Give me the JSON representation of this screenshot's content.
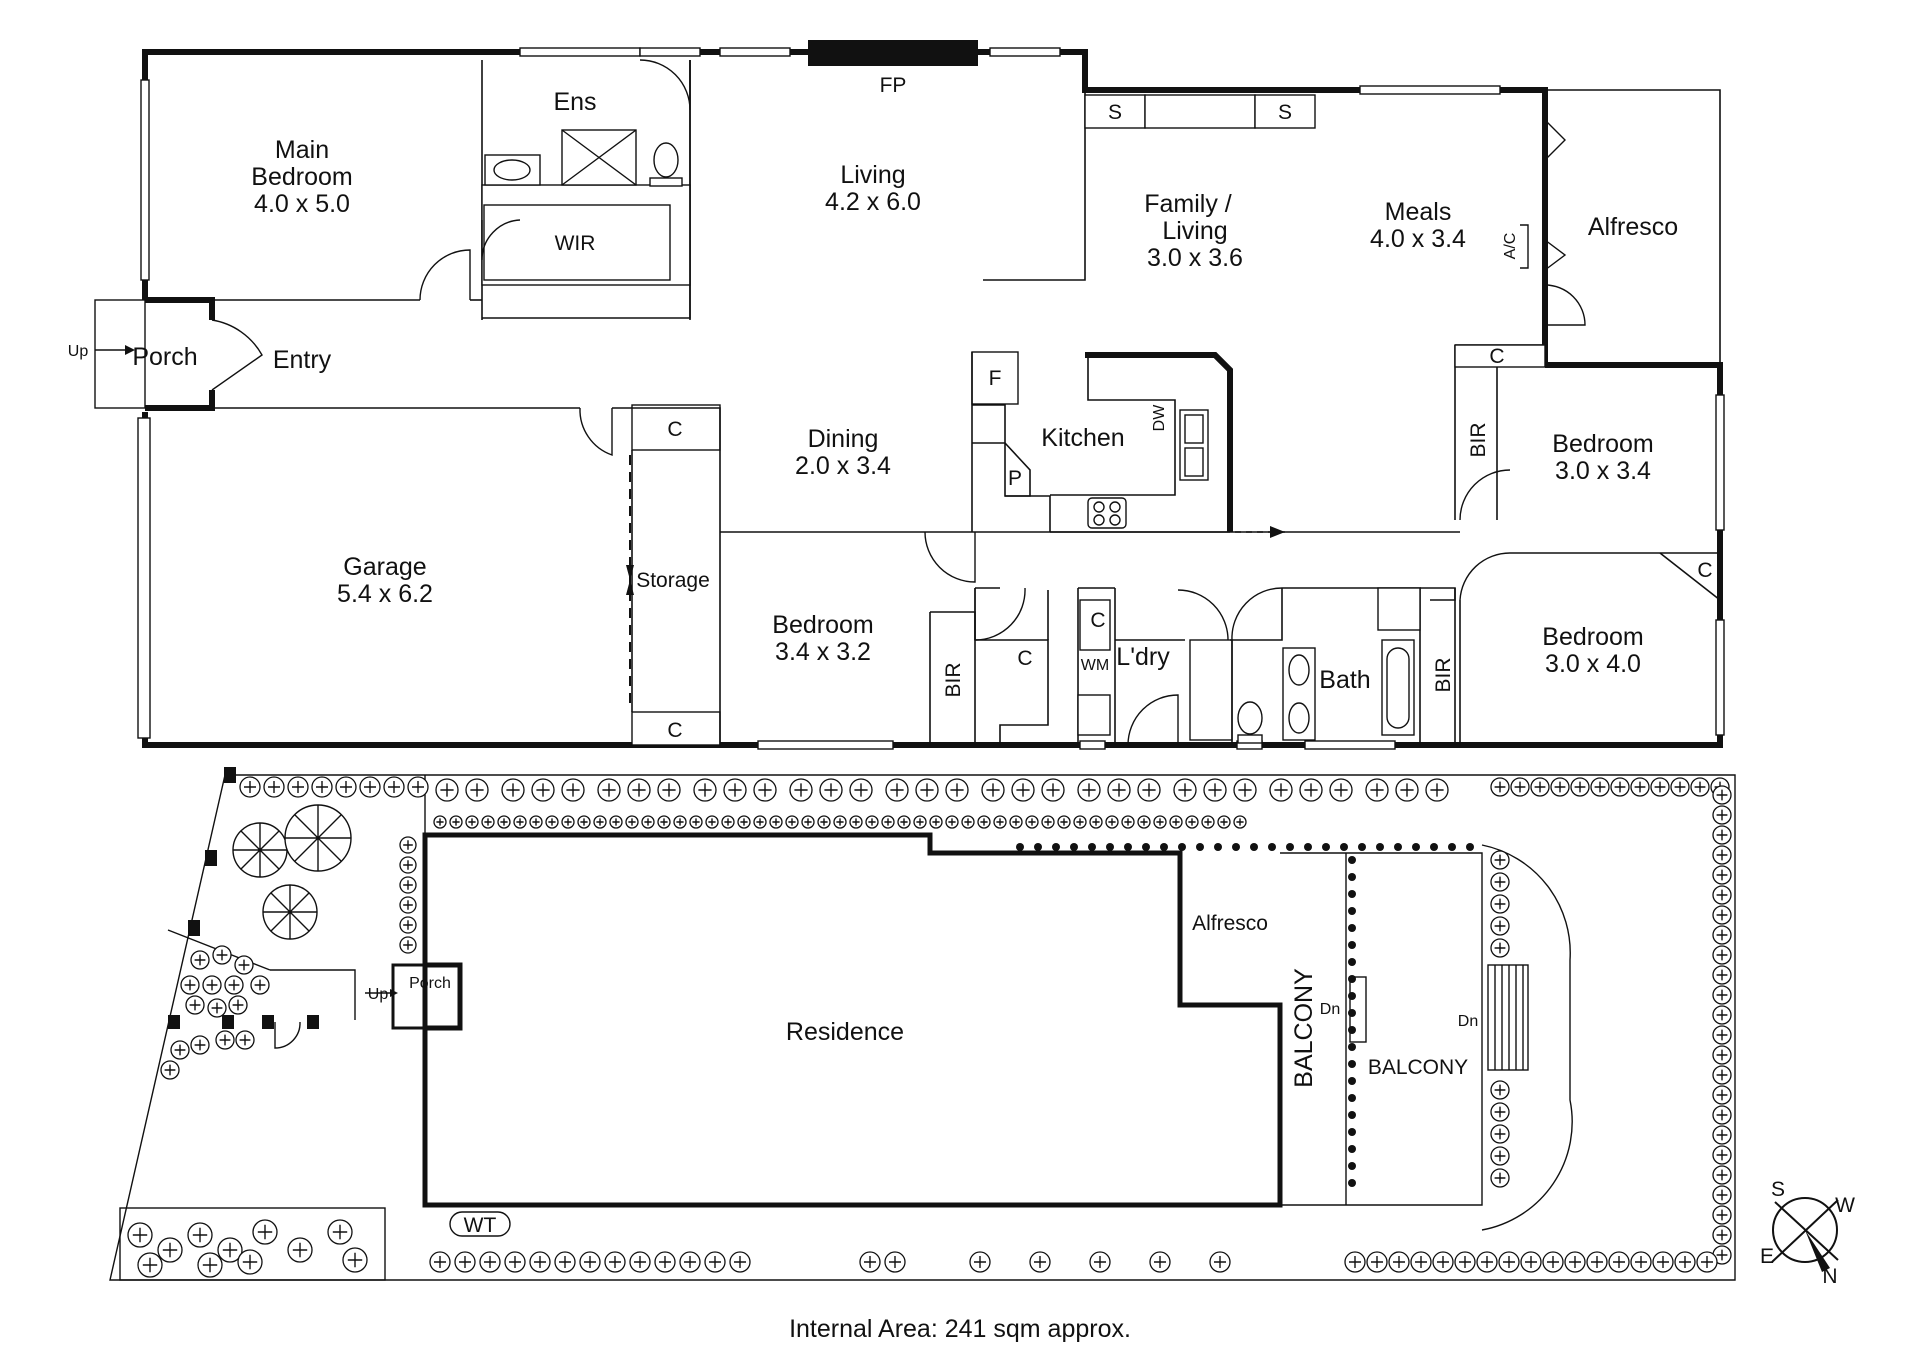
{
  "floor_plan": {
    "rooms": [
      {
        "name": "Main",
        "name2": "Bedroom",
        "size": "4.0 x 5.0"
      },
      {
        "name": "Ens"
      },
      {
        "name": "WIR"
      },
      {
        "name": "Living",
        "size": "4.2 x 6.0"
      },
      {
        "name": "FP"
      },
      {
        "name": "Family /",
        "name2": "Living",
        "size": "3.0 x 3.6"
      },
      {
        "name": "Meals",
        "size": "4.0 x 3.4"
      },
      {
        "name": "Alfresco"
      },
      {
        "name": "Porch"
      },
      {
        "name": "Entry"
      },
      {
        "name": "Dining",
        "size": "2.0 x 3.4"
      },
      {
        "name": "Kitchen"
      },
      {
        "name": "Bedroom",
        "size": "3.0 x 3.4"
      },
      {
        "name": "Garage",
        "size": "5.4 x 6.2"
      },
      {
        "name": "Storage"
      },
      {
        "name": "Bedroom",
        "size": "3.4 x 3.2"
      },
      {
        "name": "L'dry"
      },
      {
        "name": "Bath"
      },
      {
        "name": "Bedroom",
        "size": "3.0 x 4.0"
      }
    ],
    "fixtures": {
      "shelf": "S",
      "cupboard": "C",
      "fridge": "F",
      "pantry": "P",
      "dishwasher": "DW",
      "washing_machine": "WM",
      "air_conditioner": "A/C",
      "built_in_robe": "BIR",
      "up": "Up"
    }
  },
  "site_plan": {
    "residence": "Residence",
    "alfresco": "Alfresco",
    "porch": "Porch",
    "up": "Up",
    "balcony_1": "BALCONY",
    "balcony_2": "BALCONY",
    "down_1": "Dn",
    "down_2": "Dn",
    "water_tank": "WT"
  },
  "compass": {
    "s": "S",
    "w": "W",
    "e": "E",
    "n": "N"
  },
  "internal_area": "Internal Area:  241 sqm approx."
}
